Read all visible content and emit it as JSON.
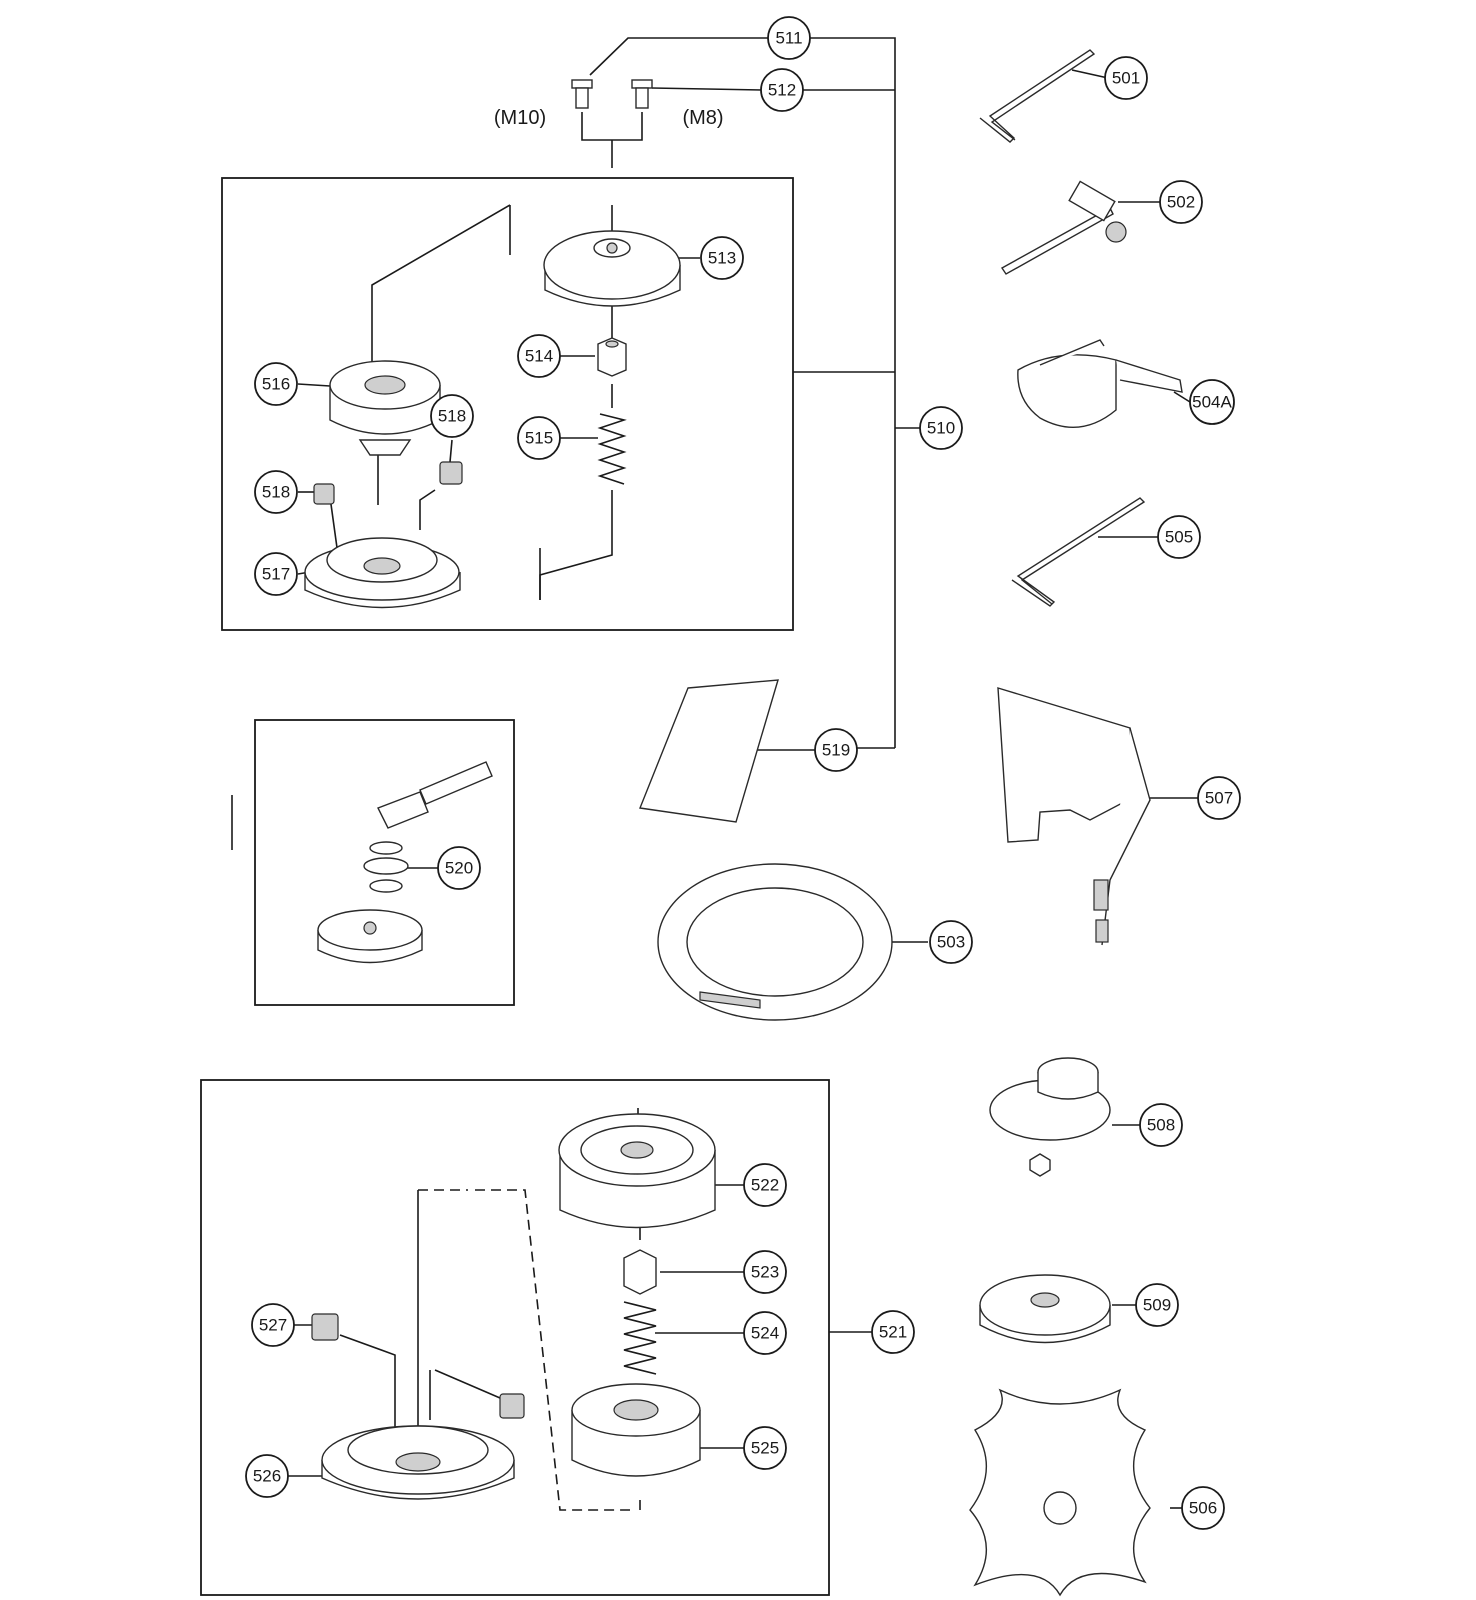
{
  "thread_labels": {
    "m10": "(M10)",
    "m8": "(M8)"
  },
  "parts": {
    "p501": "501",
    "p502": "502",
    "p503": "503",
    "p504a": "504A",
    "p505": "505",
    "p506": "506",
    "p507": "507",
    "p508": "508",
    "p509": "509",
    "p510": "510",
    "p511": "511",
    "p512": "512",
    "p513": "513",
    "p514": "514",
    "p515": "515",
    "p516": "516",
    "p517": "517",
    "p518a": "518",
    "p518b": "518",
    "p519": "519",
    "p520": "520",
    "p521": "521",
    "p522": "522",
    "p523": "523",
    "p524": "524",
    "p525": "525",
    "p526": "526",
    "p527": "527"
  }
}
